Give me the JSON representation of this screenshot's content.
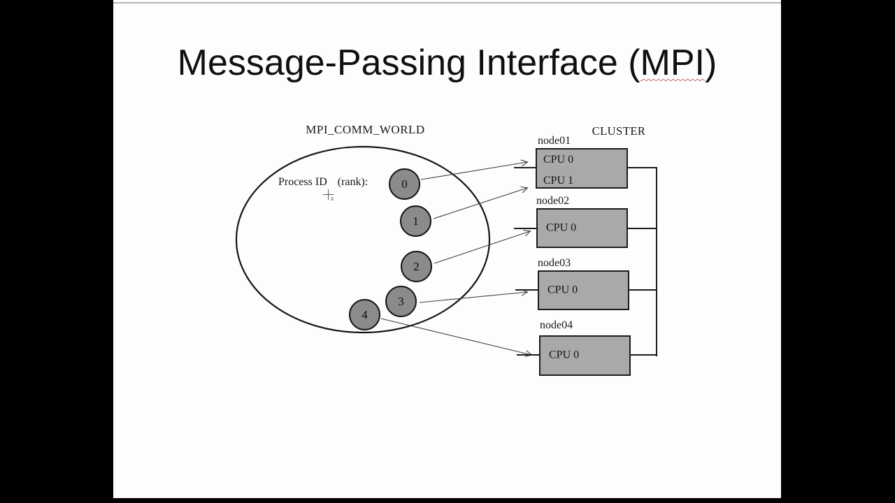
{
  "slide": {
    "title_prefix": "Message-Passing Interface (",
    "title_highlight": "MPI",
    "title_suffix": ")"
  },
  "diagram": {
    "communicator_label": "MPI_COMM_WORLD",
    "process_id_label": "Process ID",
    "rank_label": "(rank):",
    "cursor_subscript": "x",
    "cluster_label": "CLUSTER",
    "ranks": [
      "0",
      "1",
      "2",
      "3",
      "4"
    ],
    "nodes": [
      {
        "name": "node01",
        "cpus": [
          "CPU 0",
          "CPU 1"
        ]
      },
      {
        "name": "node02",
        "cpus": [
          "CPU 0"
        ]
      },
      {
        "name": "node03",
        "cpus": [
          "CPU 0"
        ]
      },
      {
        "name": "node04",
        "cpus": [
          "CPU 0"
        ]
      }
    ],
    "colors": {
      "node_box_fill": "#a9a9a9",
      "rank_circle_fill": "#8b8b8b",
      "spellcheck_squiggle": "#cc6666",
      "line_color": "#1c1c1c"
    }
  }
}
